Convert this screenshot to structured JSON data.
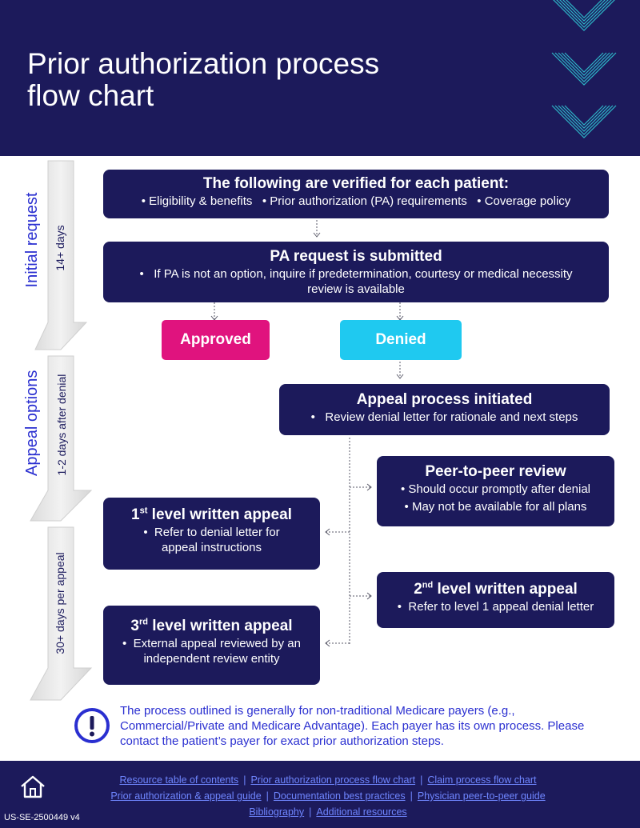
{
  "header": {
    "title_line1": "Prior authorization process",
    "title_line2": "flow chart"
  },
  "phases": {
    "initial": {
      "label": "Initial request",
      "duration": "14+ days"
    },
    "appeal": {
      "label": "Appeal options",
      "duration": "1-2 days after denial"
    },
    "written": {
      "duration": "30+ days per appeal"
    }
  },
  "verify": {
    "heading": "The following are verified for each patient:",
    "items": [
      "Eligibility & benefits",
      "Prior authorization (PA) requirements",
      "Coverage policy"
    ]
  },
  "submit": {
    "heading": "PA request is submitted",
    "bullet": "If PA is not an option, inquire if predetermination, courtesy or medical necessity review is available"
  },
  "outcomes": {
    "approved": "Approved",
    "denied": "Denied"
  },
  "appeal_process": {
    "heading": "Appeal process initiated",
    "bullet": "Review denial letter for rationale and next steps"
  },
  "peer": {
    "heading": "Peer-to-peer review",
    "bullets": [
      "Should occur promptly after denial",
      "May not be available for all plans"
    ]
  },
  "level1": {
    "num": "1",
    "sup": "st",
    "heading_rest": " level written appeal",
    "bullet": "Refer to  denial letter for appeal instructions"
  },
  "level2": {
    "num": "2",
    "sup": "nd",
    "heading_rest": " level written appeal",
    "bullet": "Refer to level 1 appeal denial letter"
  },
  "level3": {
    "num": "3",
    "sup": "rd",
    "heading_rest": " level written appeal",
    "bullet": "External appeal reviewed by an independent review entity"
  },
  "note": "The process outlined is generally for non-traditional Medicare payers (e.g., Commercial/Private and Medicare Advantage). Each payer has its own process. Please contact the patient’s payer for exact prior authorization steps.",
  "footer": {
    "links": [
      "Resource table of contents",
      "Prior authorization process flow chart",
      "Claim process flow chart",
      "Prior authorization & appeal guide",
      "Documentation best practices",
      "Physician peer-to-peer guide",
      "Bibliography",
      "Additional resources"
    ],
    "code": "US-SE-2500449 v4"
  },
  "colors": {
    "navy": "#1c1a5b",
    "approved": "#e0137e",
    "denied": "#1fc9f0",
    "accent_blue": "#2a2fd0",
    "link": "#6f86ff"
  }
}
